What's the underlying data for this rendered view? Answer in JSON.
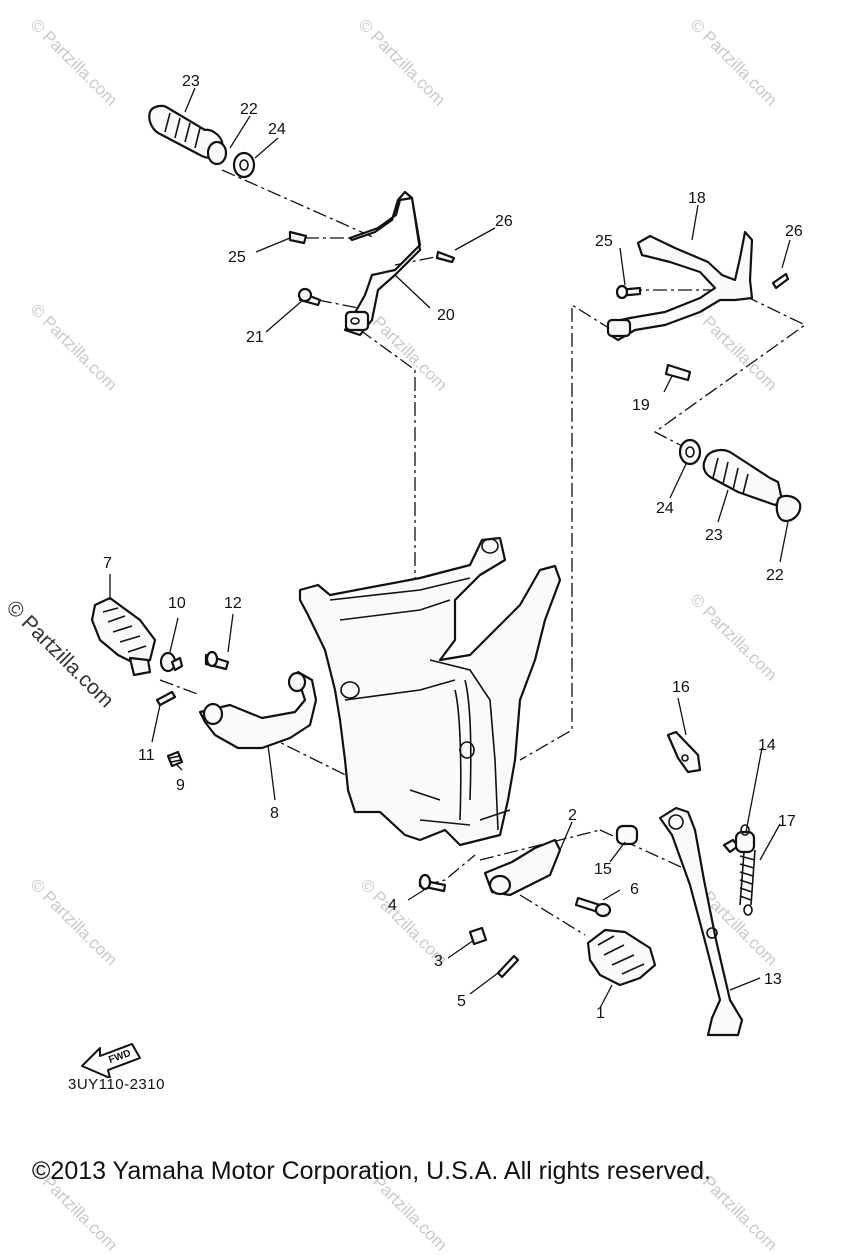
{
  "diagram": {
    "drawing_code": "3UY110-2310",
    "copyright": "©2013 Yamaha Motor Corporation, U.S.A. All rights reserved.",
    "watermark": "© Partzilla.com",
    "fwd_label": "FWD",
    "callouts": [
      "1",
      "2",
      "3",
      "4",
      "5",
      "6",
      "7",
      "8",
      "9",
      "10",
      "11",
      "12",
      "13",
      "14",
      "15",
      "16",
      "17",
      "18",
      "19",
      "20",
      "21",
      "22",
      "23",
      "24",
      "25",
      "26"
    ]
  }
}
